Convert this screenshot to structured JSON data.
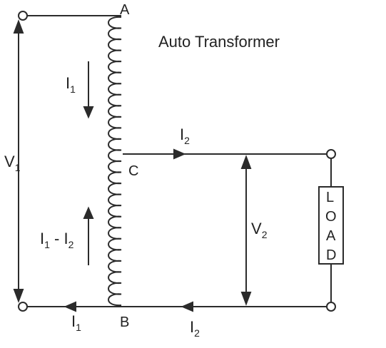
{
  "title": "Auto Transformer",
  "nodes": {
    "a": "A",
    "b": "B",
    "c": "C"
  },
  "labels": {
    "v1": {
      "main": "V",
      "sub": "1"
    },
    "v2": {
      "main": "V",
      "sub": "2"
    },
    "i1_coil": {
      "main": "I",
      "sub": "1"
    },
    "i2_top": {
      "main": "I",
      "sub": "2"
    },
    "i1_bottom": {
      "main": "I",
      "sub": "1"
    },
    "i2_bottom": {
      "main": "I",
      "sub": "2"
    },
    "i1_minus_i2": {
      "main1": "I",
      "sub1": "1",
      "mid": " - I",
      "sub2": "2"
    }
  },
  "load_letters": [
    "L",
    "O",
    "A",
    "D"
  ],
  "colors": {
    "line": "#2b2b2b",
    "text": "#222222"
  }
}
